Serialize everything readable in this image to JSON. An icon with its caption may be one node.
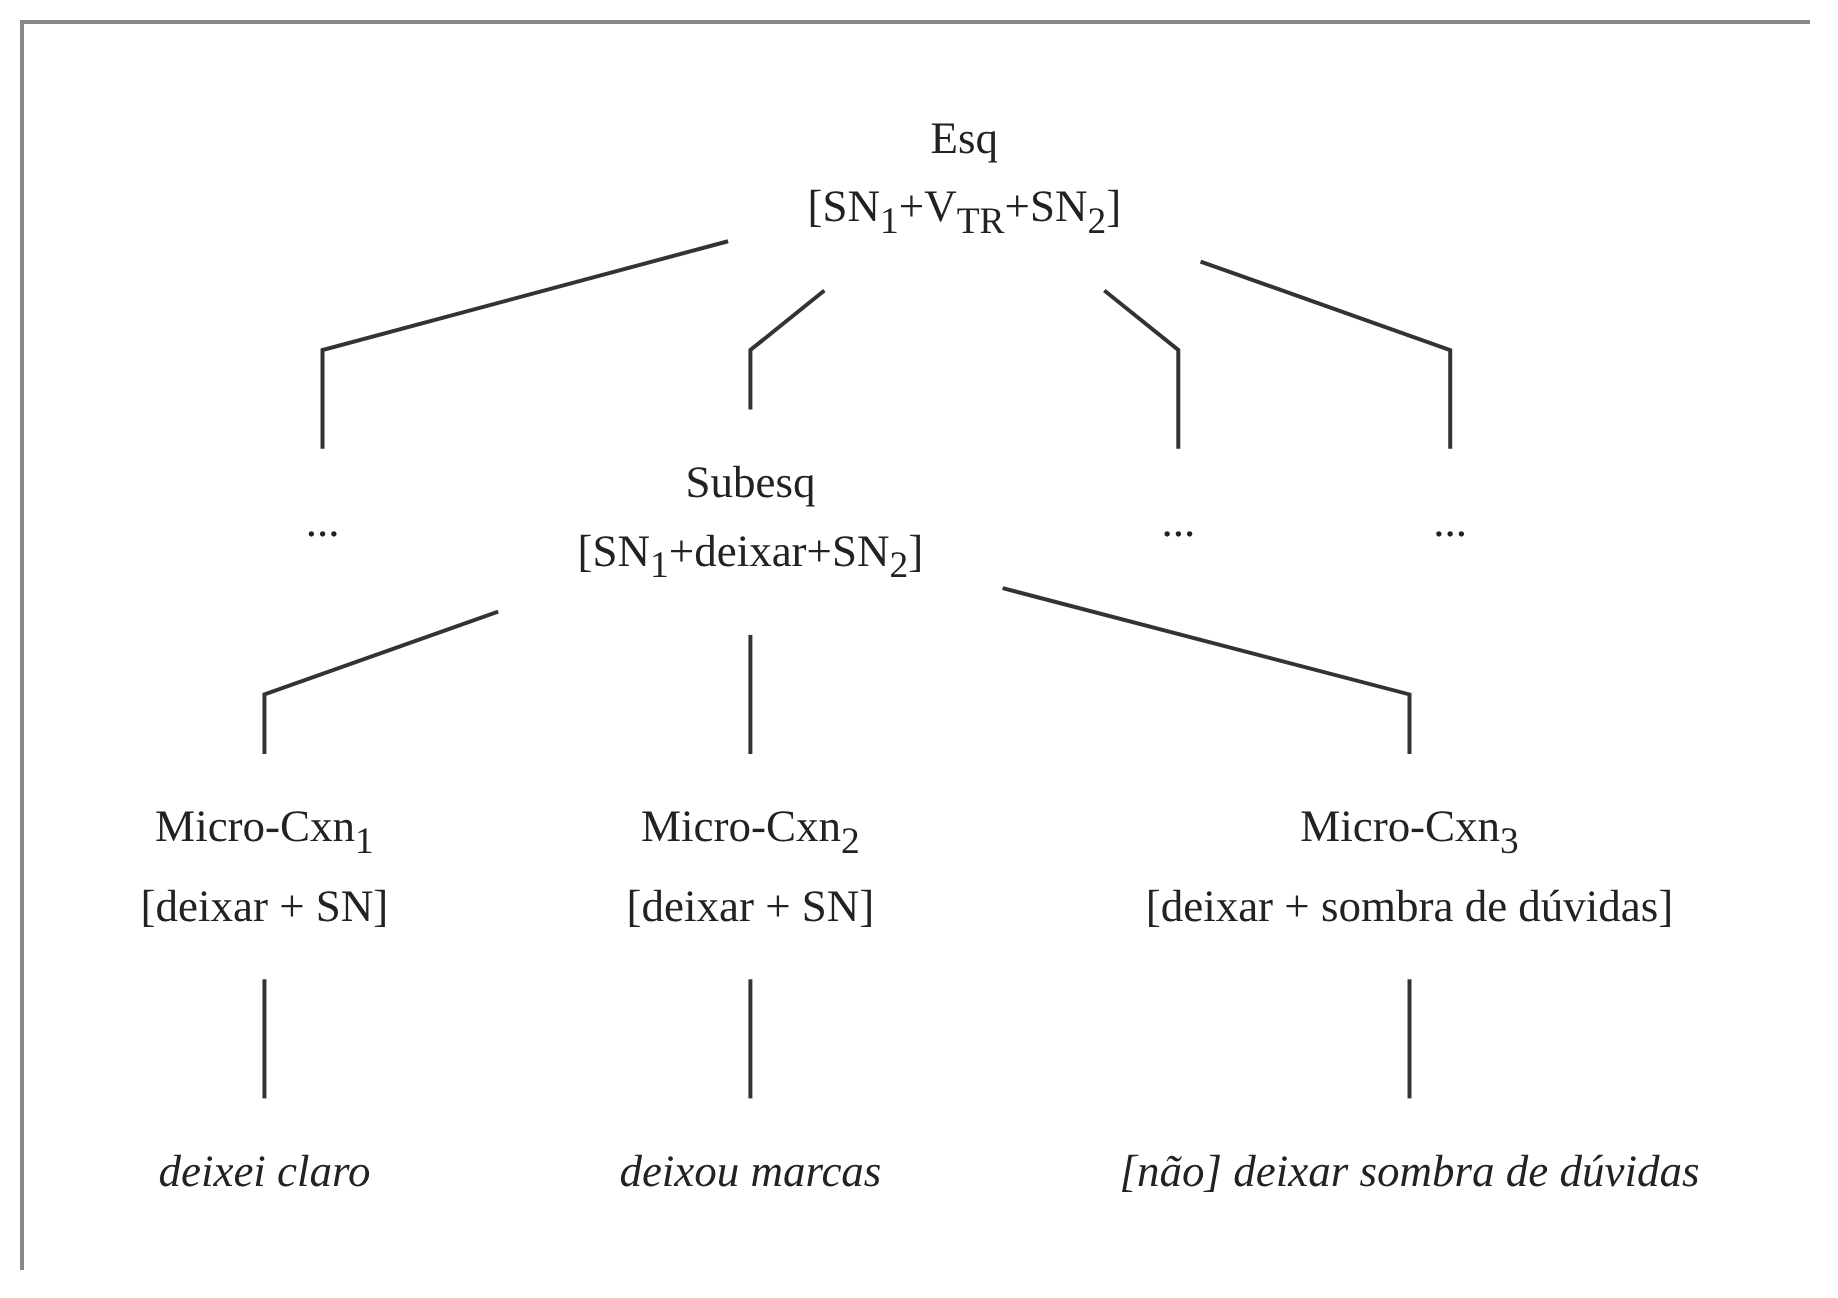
{
  "diagram": {
    "nodes": [
      {
        "text": [
          "Esq",
          "[SN$_{1}$+V$_{TR}$+SN$_{2}$]"
        ]
      },
      {
        "text": [
          "..."
        ]
      },
      {
        "text": [
          "Subesq",
          "[SN$_{1}$+deixar+SN$_{2}$]"
        ]
      },
      {
        "text": [
          "..."
        ]
      },
      {
        "text": [
          "..."
        ]
      },
      {
        "text": [
          "Micro-Cxn$_{1}$",
          "[deixar + SN]"
        ]
      },
      {
        "text": [
          "Micro-Cxn$_{2}$",
          "[deixar + SN]"
        ]
      },
      {
        "text": [
          "Micro-Cxn$_{3}$",
          "[deixar + sombra de dúvidas]"
        ]
      },
      {
        "text": [
          "deixei claro"
        ]
      },
      {
        "text": [
          "deixou marcas"
        ]
      },
      {
        "text": [
          "[não] deixar sombra de dúvidas"
        ]
      }
    ],
    "edges": [
      {
        "from": 0,
        "to": 1,
        "arrow": "none"
      },
      {
        "from": 0,
        "to": 2,
        "arrow": "none"
      },
      {
        "from": 0,
        "to": 3,
        "arrow": "none"
      },
      {
        "from": 0,
        "to": 4,
        "arrow": "none"
      },
      {
        "from": 2,
        "to": 5,
        "arrow": "none"
      },
      {
        "from": 2,
        "to": 6,
        "arrow": "none"
      },
      {
        "from": 2,
        "to": 7,
        "arrow": "none"
      },
      {
        "from": 5,
        "to": 8,
        "arrow": "none"
      },
      {
        "from": 6,
        "to": 9,
        "arrow": "none"
      },
      {
        "from": 7,
        "to": 10,
        "arrow": "none"
      }
    ]
  }
}
